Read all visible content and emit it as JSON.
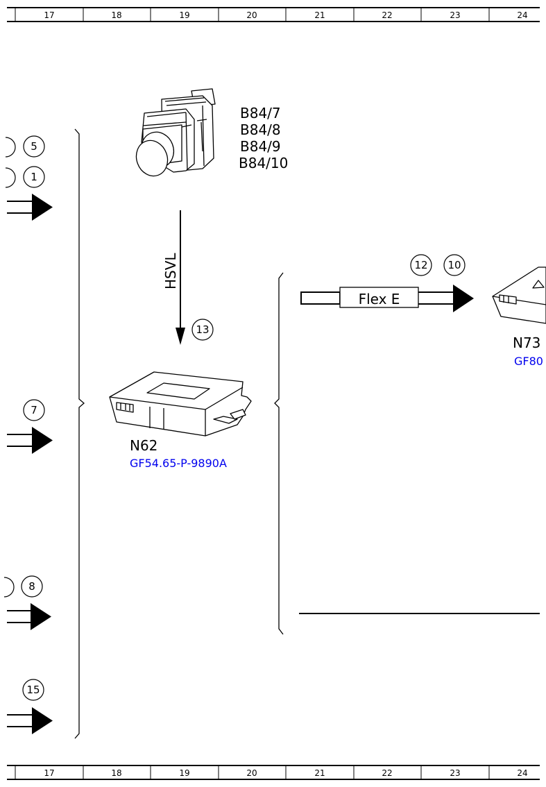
{
  "ruler": {
    "columns": [
      "17",
      "18",
      "19",
      "20",
      "21",
      "22",
      "23",
      "24"
    ]
  },
  "camera": {
    "labels": [
      "B84/7",
      "B84/8",
      "B84/9",
      "B84/10"
    ]
  },
  "bus_hsvl": {
    "label": "HSVL",
    "ref": "13"
  },
  "module_n62": {
    "label": "N62",
    "link": "GF54.65-P-9890A"
  },
  "flex": {
    "label": "Flex E",
    "refs": [
      "12",
      "10"
    ]
  },
  "module_n73": {
    "label": "N73",
    "link": "GF80"
  },
  "left_refs": [
    "5",
    "1",
    "7",
    "8",
    "15"
  ]
}
